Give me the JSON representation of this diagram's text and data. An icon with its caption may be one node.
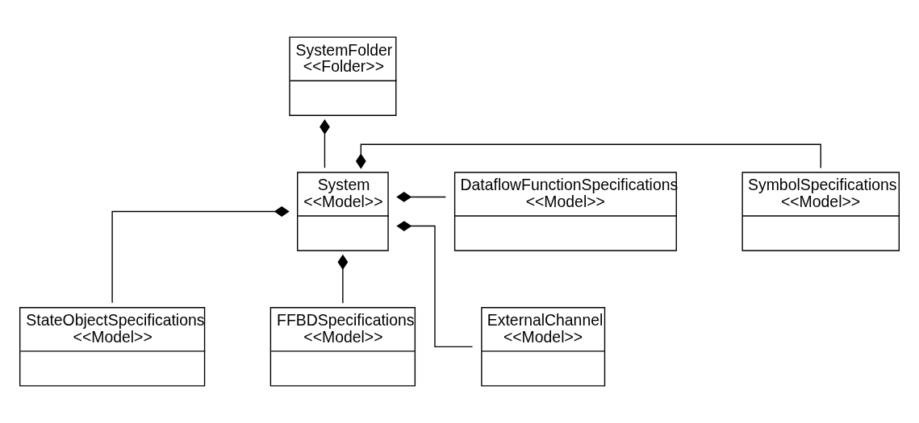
{
  "diagram": {
    "nodes": [
      {
        "text": [
          "SystemFolder",
          "<<Folder>>"
        ]
      },
      {
        "text": [
          "SymbolSpecifications",
          "<<Model>>"
        ]
      },
      {
        "text": [
          "System",
          "<<Model>>"
        ]
      },
      {
        "text": [
          "DataflowFunctionSpecifications",
          "<<Model>>"
        ]
      },
      {
        "text": [
          "StateObjectSpecifications",
          "<<Model>>"
        ]
      },
      {
        "text": [
          "FFBDSpecifications",
          "<<Model>>"
        ]
      },
      {
        "text": [
          "ExternalChannel",
          "<<Model>>"
        ]
      }
    ],
    "edges": [
      {
        "from": 0,
        "to": 2,
        "arrow": "other"
      },
      {
        "from": 2,
        "to": 1,
        "arrow": "other"
      },
      {
        "from": 2,
        "to": 3,
        "arrow": "other"
      },
      {
        "from": 2,
        "to": 4,
        "arrow": "other"
      },
      {
        "from": 2,
        "to": 5,
        "arrow": "other"
      },
      {
        "from": 2,
        "to": 6,
        "arrow": "other"
      }
    ]
  }
}
